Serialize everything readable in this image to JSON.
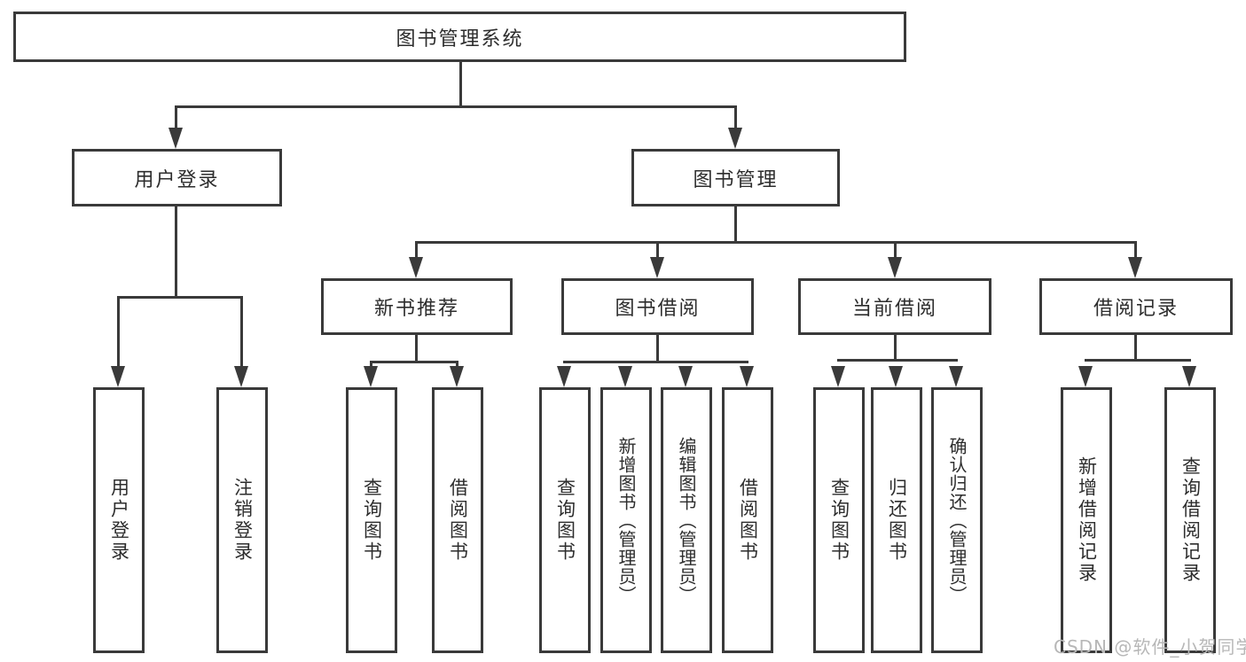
{
  "tree": {
    "root": "图书管理系统",
    "branches": [
      {
        "label": "用户登录",
        "leaves": [
          "用户登录",
          "注销登录"
        ]
      },
      {
        "label": "图书管理",
        "groups": [
          {
            "label": "新书推荐",
            "leaves": [
              "查询图书",
              "借阅图书"
            ]
          },
          {
            "label": "图书借阅",
            "leaves": [
              "查询图书",
              "新增图书（管理员）",
              "编辑图书（管理员）",
              "借阅图书"
            ]
          },
          {
            "label": "当前借阅",
            "leaves": [
              "查询图书",
              "归还图书",
              "确认归还（管理员）"
            ]
          },
          {
            "label": "借阅记录",
            "leaves": [
              "新增借阅记录",
              "查询借阅记录"
            ]
          }
        ]
      }
    ]
  },
  "watermark": "CSDN @软件_小贺同学",
  "colors": {
    "line": "#3a3a3a",
    "text": "#2d2d2d",
    "watermark": "#b7b7b7",
    "background": "#ffffff"
  }
}
